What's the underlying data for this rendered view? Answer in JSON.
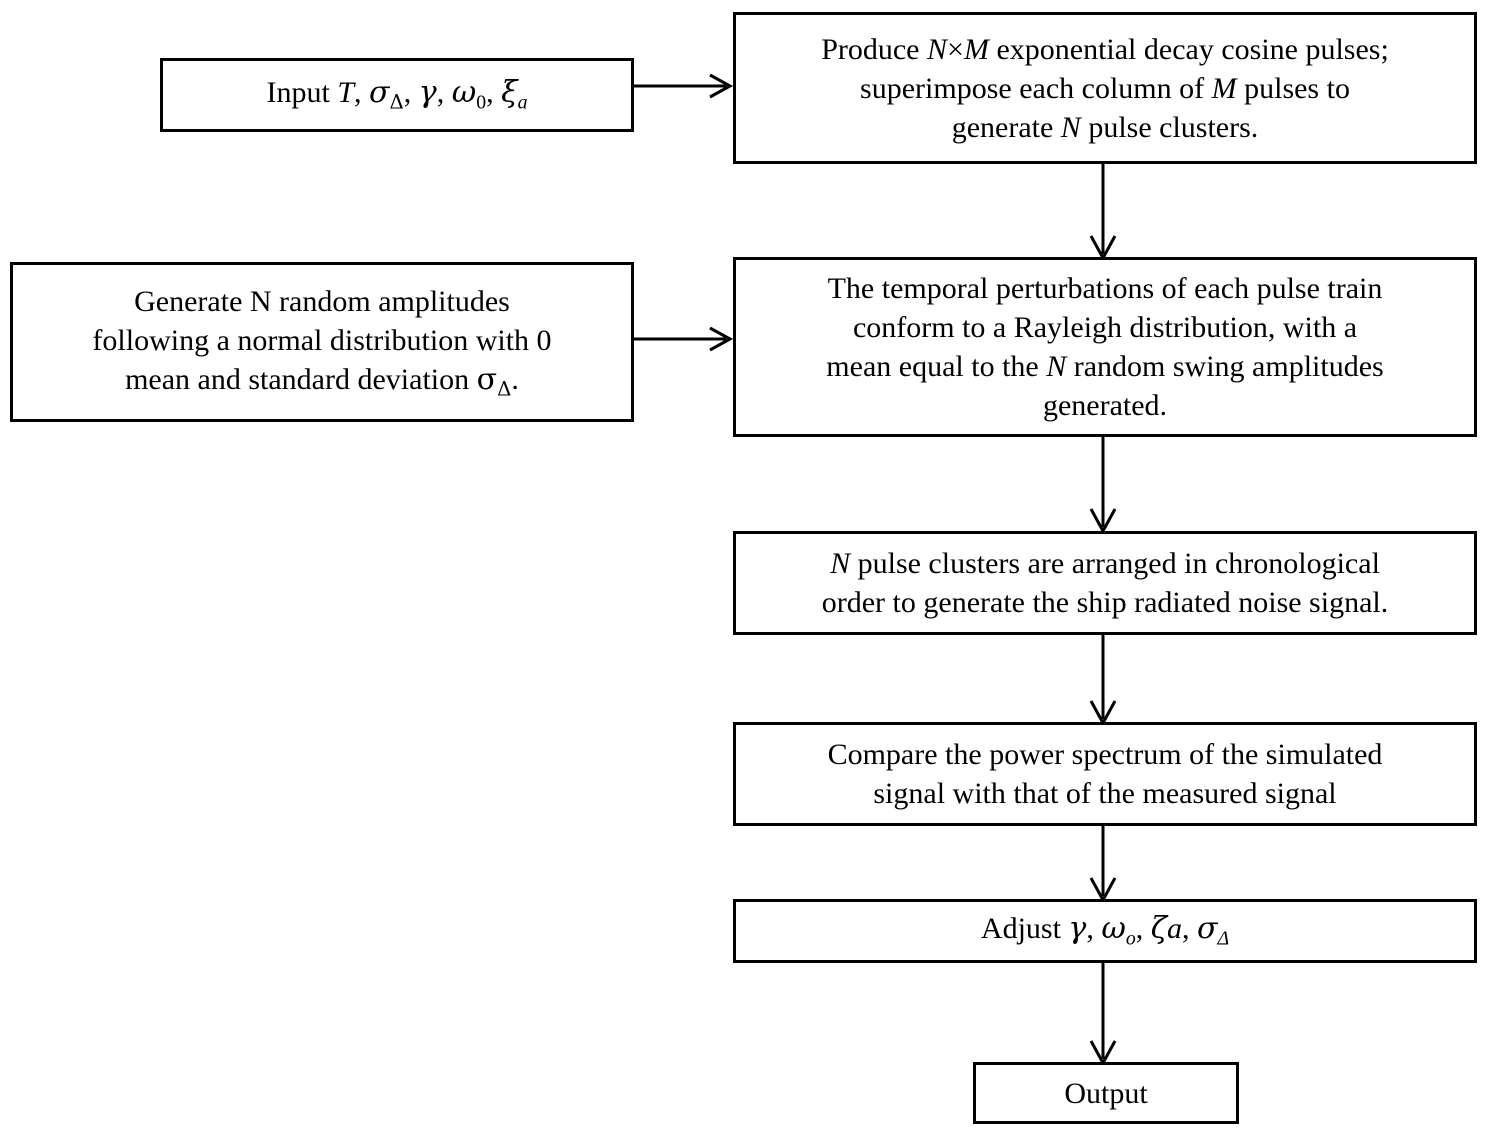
{
  "diagram": {
    "title": "Ship radiated noise signal simulation flowchart",
    "type": "flowchart",
    "orientation": "top-to-bottom with two left-side inputs",
    "stroke_color": "#000000",
    "fill_color": "#ffffff",
    "text_color": "#000000",
    "nodes": [
      {
        "id": "input",
        "shape": "rectangle",
        "text": "Input T, σΔ, γ, ω0, ξa",
        "lines": [
          "Input T, σΔ, γ, ω0, ξa"
        ],
        "symbols": [
          "T",
          "σΔ",
          "γ",
          "ω0",
          "ξa"
        ]
      },
      {
        "id": "produce",
        "shape": "rectangle",
        "text": "Produce N×M exponential decay cosine pulses; superimpose each column of M pulses to generate N pulse clusters.",
        "lines": [
          "Produce N×M exponential decay cosine pulses;",
          "superimpose each column of M pulses to",
          "generate N pulse clusters."
        ]
      },
      {
        "id": "amplitudes",
        "shape": "rectangle",
        "text": "Generate N random amplitudes following a normal distribution with 0 mean and standard deviation σΔ.",
        "lines": [
          "Generate N random amplitudes",
          "following a normal distribution with 0",
          "mean and standard deviation σΔ."
        ]
      },
      {
        "id": "rayleigh",
        "shape": "rectangle",
        "text": "The temporal perturbations of each pulse train conform to a Rayleigh distribution, with a mean equal to the N random swing amplitudes generated.",
        "lines": [
          "The temporal perturbations of each pulse train",
          "conform to a Rayleigh distribution, with a",
          "mean equal to the N random swing amplitudes",
          "generated."
        ]
      },
      {
        "id": "arrange",
        "shape": "rectangle",
        "text": "N pulse clusters are arranged in chronological order to generate the ship radiated noise signal.",
        "lines": [
          "N pulse clusters are arranged in chronological",
          "order to generate the ship radiated noise signal."
        ]
      },
      {
        "id": "compare",
        "shape": "rectangle",
        "text": "Compare the power spectrum of the simulated signal with that of the measured signal",
        "lines": [
          "Compare the power spectrum of the simulated",
          "signal with that of the measured signal"
        ]
      },
      {
        "id": "adjust",
        "shape": "rectangle",
        "text": "Adjust γ, ωo, ζa, σΔ",
        "lines": [
          "Adjust γ, ωo, ζa, σΔ"
        ],
        "symbols": [
          "γ",
          "ωo",
          "ζa",
          "σΔ"
        ]
      },
      {
        "id": "output",
        "shape": "rectangle",
        "text": "Output",
        "lines": [
          "Output"
        ]
      }
    ],
    "edges": [
      {
        "id": "input-produce",
        "from": "input",
        "to": "produce",
        "direction": "right",
        "arrowhead": "open-v"
      },
      {
        "id": "amp-rayleigh",
        "from": "amplitudes",
        "to": "rayleigh",
        "direction": "right",
        "arrowhead": "open-v"
      },
      {
        "id": "produce-rayleigh",
        "from": "produce",
        "to": "rayleigh",
        "direction": "down",
        "arrowhead": "open-v"
      },
      {
        "id": "rayleigh-arrange",
        "from": "rayleigh",
        "to": "arrange",
        "direction": "down",
        "arrowhead": "open-v"
      },
      {
        "id": "arrange-compare",
        "from": "arrange",
        "to": "compare",
        "direction": "down",
        "arrowhead": "open-v"
      },
      {
        "id": "compare-adjust",
        "from": "compare",
        "to": "adjust",
        "direction": "down",
        "arrowhead": "open-v"
      },
      {
        "id": "adjust-output",
        "from": "adjust",
        "to": "output",
        "direction": "down",
        "arrowhead": "open-v"
      }
    ]
  },
  "text": {
    "input": {
      "lead": "Input ",
      "v_T": "T",
      "c1": ", ",
      "v_sigma": "σ",
      "v_sigma_sub": "Δ",
      "c2": ", ",
      "v_gamma": "γ",
      "c3": ", ",
      "v_omega": "ω",
      "v_omega_sub": "0",
      "c4": ", ",
      "v_xi": "ξ",
      "v_xi_sub": "a"
    },
    "produce": {
      "l1a": "Produce ",
      "l1_N": "N",
      "l1_times": "×",
      "l1_M": "M",
      "l1b": " exponential decay cosine pulses;",
      "l2a": "superimpose each column of ",
      "l2_M": "M",
      "l2b": " pulses to",
      "l3a": "generate ",
      "l3_N": "N",
      "l3b": " pulse clusters."
    },
    "amplitudes": {
      "l1": "Generate N random amplitudes",
      "l2": "following a normal distribution with 0",
      "l3a": "mean and standard deviation ",
      "l3_sigma": "σ",
      "l3_sigma_sub": "Δ",
      "l3b": "."
    },
    "rayleigh": {
      "l1": "The temporal perturbations of each pulse train",
      "l2": "conform to a Rayleigh distribution, with a",
      "l3a": "mean equal to the ",
      "l3_N": "N",
      "l3b": " random swing amplitudes",
      "l4": "generated."
    },
    "arrange": {
      "l1_N": "N",
      "l1": " pulse clusters are arranged in chronological",
      "l2": "order to generate the ship radiated noise signal."
    },
    "compare": {
      "l1": "Compare the power spectrum of the simulated",
      "l2": "signal with that of the measured signal"
    },
    "adjust": {
      "lead": "Adjust ",
      "v_gamma": "γ",
      "c1": ", ",
      "v_omega": "ω",
      "v_omega_sub": "o",
      "c2": ", ",
      "v_zeta": "ζ",
      "v_a": "a",
      "c3": ", ",
      "v_sigma": "σ",
      "v_sigma_sub": "Δ"
    },
    "output": {
      "label": "Output"
    }
  }
}
